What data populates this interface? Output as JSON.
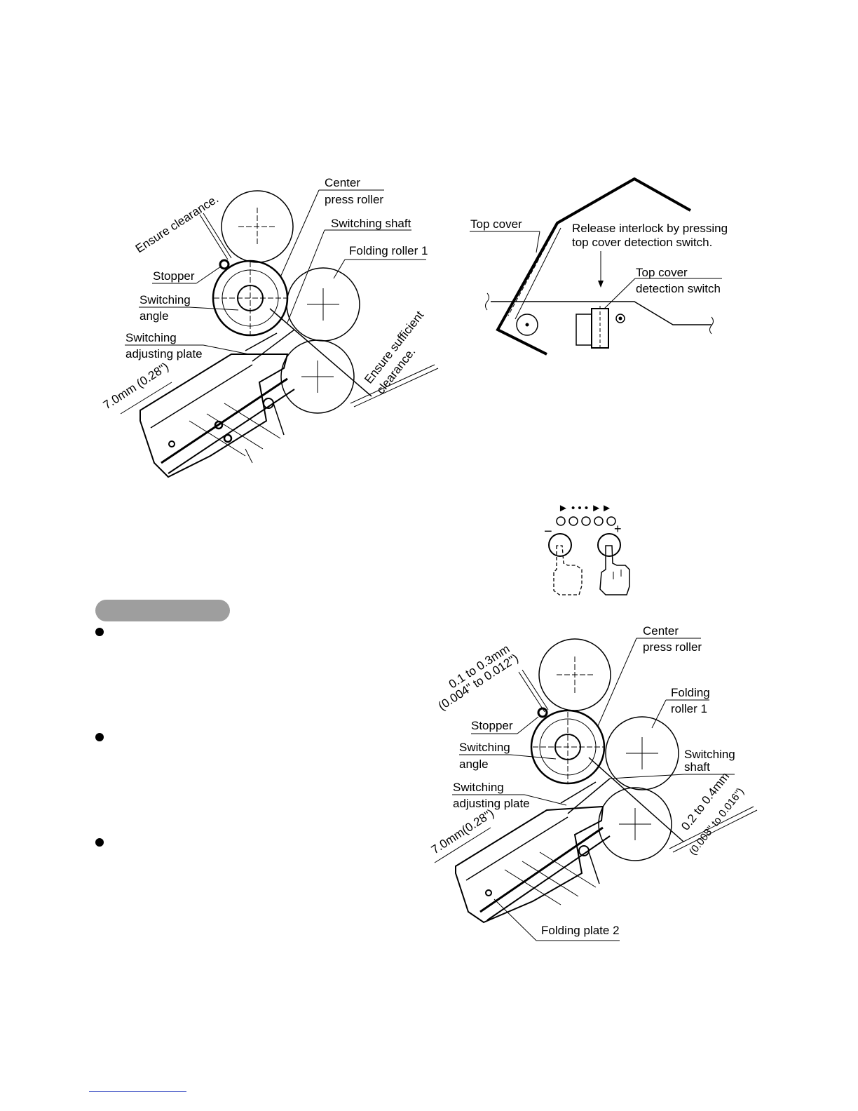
{
  "figure1": {
    "center": "Center",
    "press_roller": "press roller",
    "switching_shaft": "Switching shaft",
    "folding_roller_1": "Folding roller 1",
    "ensure_clearance": "Ensure clearance.",
    "stopper": "Stopper",
    "switching": "Switching",
    "angle": "angle",
    "switching2": "Switching",
    "adjusting_plate": "adjusting plate",
    "dim_7mm": "7.0mm (0.28\")",
    "ensure_sufficient": "Ensure sufficient",
    "clearance": "clearance."
  },
  "figure2": {
    "top_cover": "Top cover",
    "release_line1": "Release interlock by pressing",
    "release_line2": "top cover detection switch.",
    "detection_line1": "Top cover",
    "detection_line2": "detection switch"
  },
  "figure3": {
    "arrows": "► • • • ►►",
    "minus": "−",
    "plus": "+"
  },
  "figure4": {
    "center": "Center",
    "press_roller": "press roller",
    "dim_top_1": "0.1 to 0.3mm",
    "dim_top_2": "(0.004\" to 0.012\")",
    "folding": "Folding",
    "roller_1": "roller 1",
    "stopper": "Stopper",
    "switching": "Switching",
    "angle": "angle",
    "switching_shaft_1": "Switching",
    "switching_shaft_2": "shaft",
    "switching2": "Switching",
    "adjusting_plate": "adjusting plate",
    "dim_7mm": "7.0mm(0.28\")",
    "dim_right_1": "0.2 to 0.4mm",
    "dim_right_2": "(0.008\" to 0.016\")",
    "folding_plate_2": "Folding plate 2"
  }
}
